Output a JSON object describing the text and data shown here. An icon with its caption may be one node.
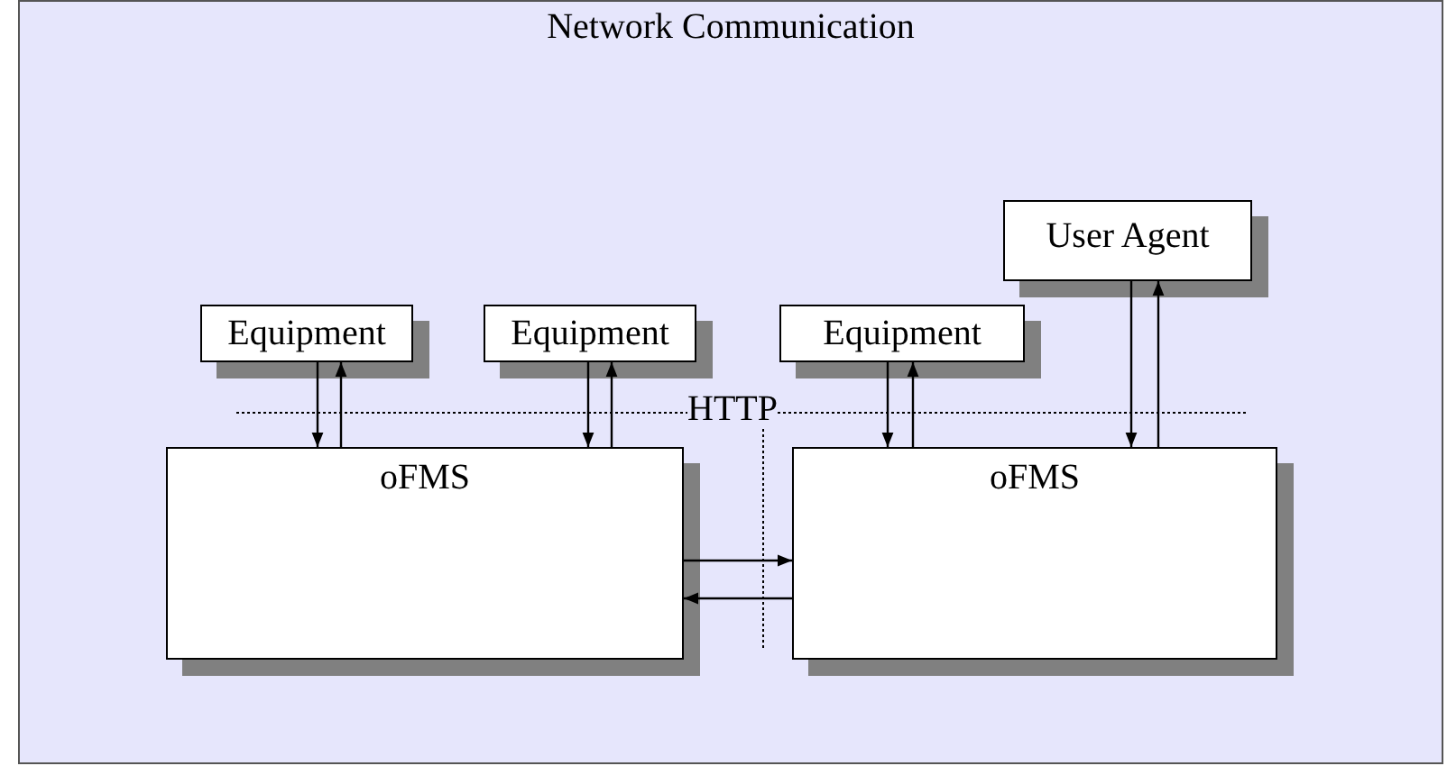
{
  "diagram": {
    "nodes": [
      {
        "text": [
          "Network Communication"
        ]
      },
      {
        "text": [
          "Equipment"
        ],
        "in": 0
      },
      {
        "text": [
          "Equipment"
        ],
        "in": 0
      },
      {
        "text": [
          "Equipment"
        ],
        "in": 0
      },
      {
        "text": [
          "User Agent"
        ],
        "in": 0
      },
      {
        "text": [
          "oFMS"
        ],
        "in": 0
      },
      {
        "text": [
          "oFMS"
        ],
        "in": 0
      }
    ],
    "edges": [
      {
        "from": 1,
        "to": 5,
        "arrow": "to"
      },
      {
        "from": 5,
        "to": 1,
        "arrow": "to"
      },
      {
        "from": 2,
        "to": 5,
        "arrow": "to"
      },
      {
        "from": 5,
        "to": 2,
        "arrow": "to"
      },
      {
        "from": 3,
        "to": 6,
        "arrow": "to"
      },
      {
        "from": 6,
        "to": 3,
        "arrow": "to"
      },
      {
        "from": 4,
        "to": 6,
        "arrow": "to"
      },
      {
        "from": 6,
        "to": 4,
        "arrow": "to"
      },
      {
        "from": 5,
        "to": 6,
        "arrow": "to"
      },
      {
        "from": 6,
        "to": 5,
        "arrow": "to"
      }
    ],
    "labels": [
      "HTTP"
    ]
  }
}
